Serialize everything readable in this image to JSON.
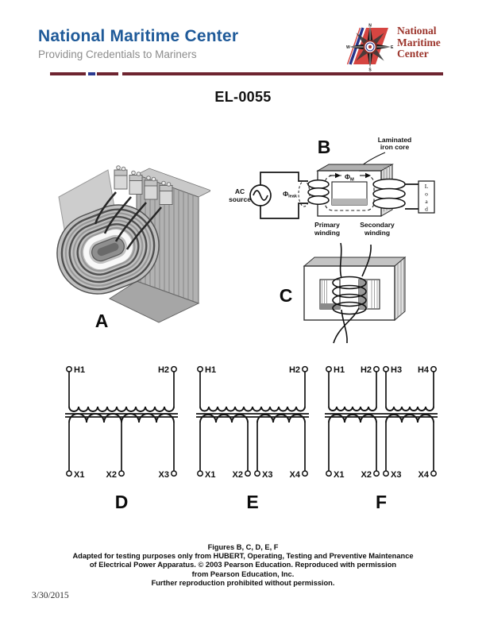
{
  "header": {
    "title": "National Maritime Center",
    "subtitle": "Providing Credentials to Mariners",
    "logo_text": [
      "National",
      "Maritime",
      "Center"
    ],
    "compass_points": [
      "N",
      "E",
      "S",
      "W"
    ]
  },
  "doc_code": "EL-0055",
  "figures": {
    "a": {
      "label": "A"
    },
    "b": {
      "label": "B",
      "core_caption": [
        "Laminated",
        "iron core"
      ],
      "source_label": [
        "AC",
        "source"
      ],
      "phi": "Φ",
      "leak_subscript": "leak",
      "mutual_subscript": "M",
      "primary_label": [
        "Primary",
        "winding"
      ],
      "secondary_label": [
        "Secondary",
        "winding"
      ],
      "load_letters": [
        "L",
        "o",
        "a",
        "d"
      ]
    },
    "c": {
      "label": "C"
    },
    "d": {
      "label": "D",
      "top_terminals": [
        "H1",
        "H2"
      ],
      "bottom_terminals": [
        "X1",
        "X2",
        "X3"
      ]
    },
    "e": {
      "label": "E",
      "top_terminals": [
        "H1",
        "H2"
      ],
      "bottom_terminals": [
        "X1",
        "X2",
        "X3",
        "X4"
      ]
    },
    "f": {
      "label": "F",
      "top_terminals": [
        "H1",
        "H2",
        "H3",
        "H4"
      ],
      "bottom_terminals": [
        "X1",
        "X2",
        "X3",
        "X4"
      ]
    }
  },
  "footer": {
    "lines": [
      "Figures B, C, D, E, F",
      "Adapted for testing purposes only from HUBERT, Operating, Testing and Preventive Maintenance",
      "of Electrical Power Apparatus. © 2003 Pearson Education. Reproduced with permission",
      "from Pearson Education, Inc.",
      "Further reproduction prohibited without permission."
    ],
    "date": "3/30/2015"
  },
  "colors": {
    "title_blue": "#1f5a99",
    "subtitle_gray": "#8c8c8c",
    "rule_maroon": "#6e2430",
    "rule_blue": "#2b3990",
    "logo_red": "#d64541",
    "logo_stripe_blue": "#27348b",
    "logo_text_red": "#9c352c",
    "ink": "#111111"
  }
}
